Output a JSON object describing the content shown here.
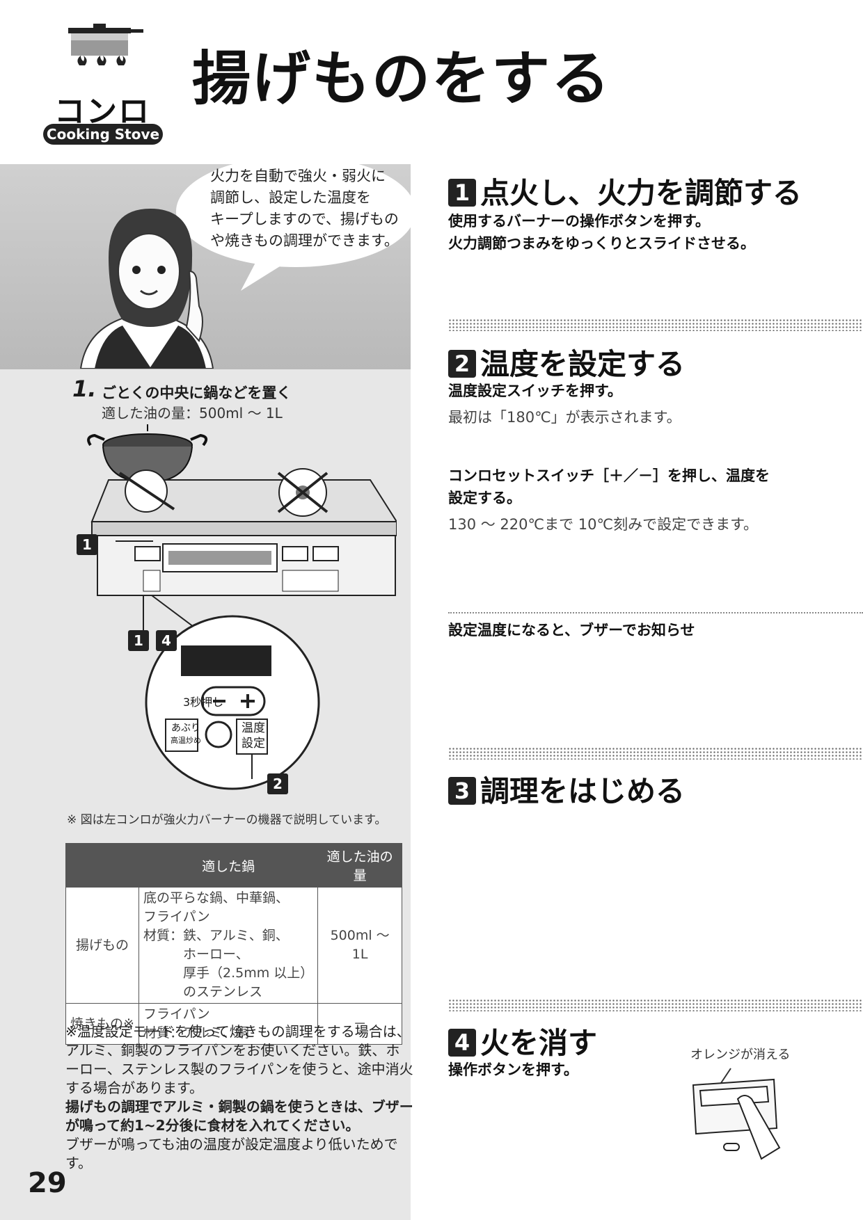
{
  "header": {
    "logo_word": "コンロ",
    "logo_sub": "Cooking Stove",
    "title": "揚げものをする"
  },
  "bubble": {
    "lines": [
      "火力を自動で強火・弱火に",
      "調節し、設定した温度を",
      "キープしますので、揚げもの",
      "や焼きもの調理ができます。"
    ]
  },
  "left": {
    "step1_num": "1.",
    "step1_head": "ごとくの中央に鍋などを置く",
    "step1_sub": "適した油の量：500ml ～ 1L",
    "badge_1": "1",
    "badge_14a": "1",
    "badge_14b": "4",
    "badge_2": "2",
    "panel_labels": {
      "hold": "3秒押し",
      "aburi": "あぶり",
      "kouon": "高温炒め",
      "ondo": "温度",
      "settei": "設定",
      "minus": "−",
      "plus": "＋"
    },
    "diagram_note": "※ 図は左コンロが強火力バーナーの機器で説明しています。"
  },
  "table": {
    "headers": [
      "",
      "適した鍋",
      "適した油の量"
    ],
    "rows": [
      {
        "label": "揚げもの",
        "pan_lines": [
          "底の平らな鍋、中華鍋、",
          "フライパン",
          "材質：鉄、アルミ、銅、",
          "　　　ホーロー、",
          "　　　厚手（2.5mm 以上）",
          "　　　のステンレス"
        ],
        "oil": "500ml ～ 1L"
      },
      {
        "label": "焼きもの※",
        "pan_lines": [
          "フライパン",
          "材質：アルミ、銅"
        ],
        "oil": "－"
      }
    ]
  },
  "notes": {
    "n1": "※温度設定モードを使って焼きもの調理をする場合は、アルミ、銅製のフライパンをお使いください。鉄、ホーロー、ステンレス製のフライパンを使うと、途中消火する場合があります。",
    "n2": "揚げもの調理でアルミ・銅製の鍋を使うときは、ブザーが鳴って約1~2分後に食材を入れてください。",
    "n3": "ブザーが鳴っても油の温度が設定温度より低いためです。"
  },
  "page_number": "29",
  "steps": [
    {
      "num": "1",
      "title": "点火し、火力を調節する",
      "bold1": "使用するバーナーの操作ボタンを押す。",
      "bold2": "火力調節つまみをゆっくりとスライドさせる。"
    },
    {
      "num": "2",
      "title": "温度を設定する",
      "bold1": "温度設定スイッチを押す。",
      "norm1": "最初は「180℃」が表示されます。",
      "bold2": "コンロセットスイッチ［＋／－］を押し、温度を",
      "bold3": "設定する。",
      "norm2": "130 ～ 220℃まで 10℃刻みで設定できます。",
      "bold4": "設定温度になると、ブザーでお知らせ"
    },
    {
      "num": "3",
      "title": "調理をはじめる"
    },
    {
      "num": "4",
      "title": "火を消す",
      "bold1": "操作ボタンを押す。",
      "illu_label": "オレンジが消える"
    }
  ]
}
